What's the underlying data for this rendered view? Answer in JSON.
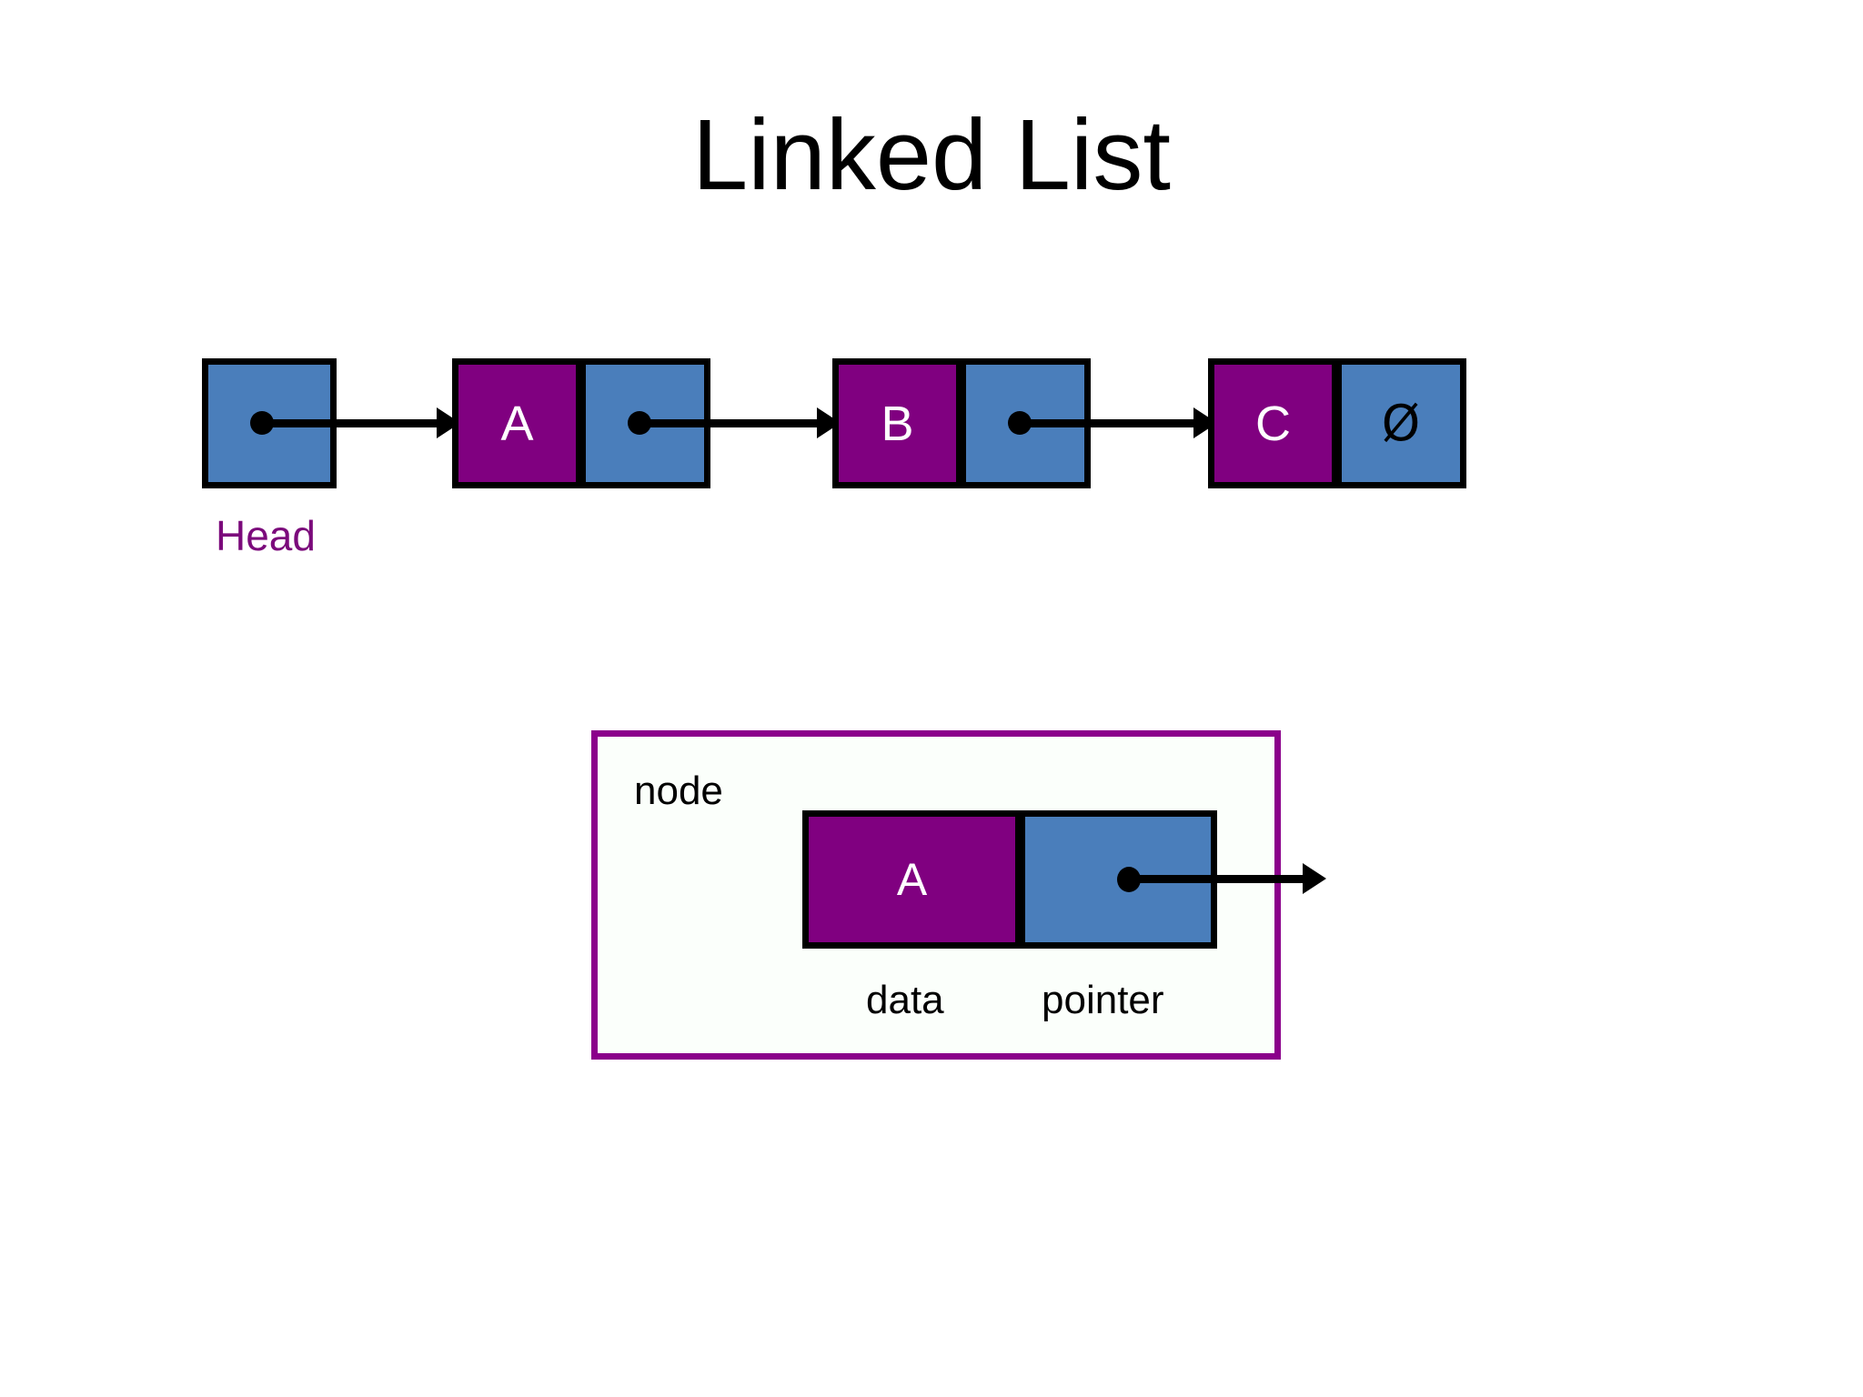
{
  "slide": {
    "title": "Linked List",
    "background_color": "#ffffff"
  },
  "colors": {
    "data_cell": "#800080",
    "pointer_cell": "#4a7ebb",
    "border": "#000000",
    "head_label": "#7b0a7b",
    "panel_border": "#8b008b",
    "panel_background": "#fbfffb",
    "cell_text": "#ffffff"
  },
  "list": {
    "head_label": "Head",
    "head_pointer_cell": {
      "value": "",
      "icon": "pointer-dot-icon"
    },
    "nodes": [
      {
        "data": "A",
        "pointer": {
          "icon": "pointer-dot-icon",
          "value": ""
        }
      },
      {
        "data": "B",
        "pointer": {
          "icon": "pointer-dot-icon",
          "value": ""
        }
      },
      {
        "data": "C",
        "pointer": {
          "icon": "null-icon",
          "value": "Ø"
        }
      }
    ],
    "arrows": [
      {
        "from": "head",
        "to": "node-a",
        "icon": "arrow-right-icon"
      },
      {
        "from": "node-a",
        "to": "node-b",
        "icon": "arrow-right-icon"
      },
      {
        "from": "node-b",
        "to": "node-c",
        "icon": "arrow-right-icon"
      }
    ]
  },
  "node_detail": {
    "panel_label": "node",
    "data_value": "A",
    "pointer_value": "",
    "pointer_icon": "pointer-dot-icon",
    "arrow_icon": "arrow-right-icon",
    "field_labels": {
      "data": "data",
      "pointer": "pointer"
    }
  }
}
